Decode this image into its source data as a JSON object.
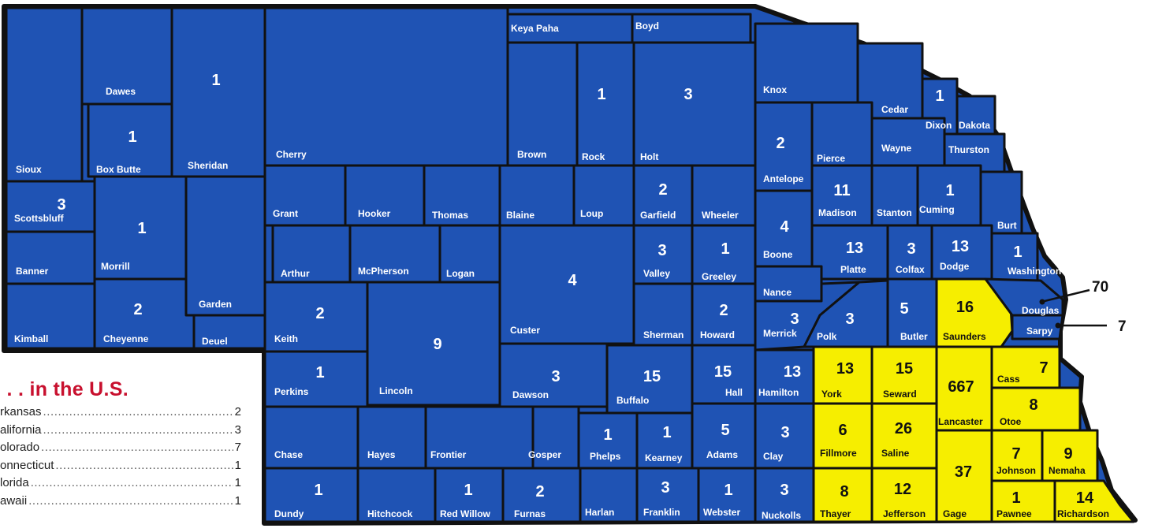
{
  "counties": {
    "sioux": {
      "name": "Sioux"
    },
    "dawes": {
      "name": "Dawes"
    },
    "sheridan": {
      "name": "Sheridan",
      "count": "1"
    },
    "box_butte": {
      "name": "Box Butte",
      "count": "1"
    },
    "cherry": {
      "name": "Cherry"
    },
    "keya_paha": {
      "name": "Keya Paha"
    },
    "boyd": {
      "name": "Boyd"
    },
    "brown": {
      "name": "Brown"
    },
    "rock": {
      "name": "Rock",
      "count": "1"
    },
    "holt": {
      "name": "Holt",
      "count": "3"
    },
    "knox": {
      "name": "Knox"
    },
    "cedar": {
      "name": "Cedar"
    },
    "dixon": {
      "name": "Dixon",
      "count": "1"
    },
    "dakota": {
      "name": "Dakota"
    },
    "antelope": {
      "name": "Antelope",
      "count": "2"
    },
    "pierce": {
      "name": "Pierce"
    },
    "wayne": {
      "name": "Wayne"
    },
    "thurston": {
      "name": "Thurston"
    },
    "scottsbluff": {
      "name": "Scottsbluff",
      "count": "3"
    },
    "morrill": {
      "name": "Morrill",
      "count": "1"
    },
    "banner": {
      "name": "Banner"
    },
    "kimball": {
      "name": "Kimball"
    },
    "cheyenne": {
      "name": "Cheyenne",
      "count": "2"
    },
    "garden": {
      "name": "Garden"
    },
    "deuel": {
      "name": "Deuel"
    },
    "grant": {
      "name": "Grant"
    },
    "hooker": {
      "name": "Hooker"
    },
    "thomas": {
      "name": "Thomas"
    },
    "blaine": {
      "name": "Blaine"
    },
    "loup": {
      "name": "Loup"
    },
    "garfield": {
      "name": "Garfield",
      "count": "2"
    },
    "wheeler": {
      "name": "Wheeler"
    },
    "madison": {
      "name": "Madison",
      "count": "11"
    },
    "stanton": {
      "name": "Stanton"
    },
    "cuming": {
      "name": "Cuming",
      "count": "1"
    },
    "burt": {
      "name": "Burt"
    },
    "arthur": {
      "name": "Arthur"
    },
    "mcpherson": {
      "name": "McPherson"
    },
    "logan": {
      "name": "Logan"
    },
    "custer": {
      "name": "Custer",
      "count": "4"
    },
    "valley": {
      "name": "Valley",
      "count": "3"
    },
    "greeley": {
      "name": "Greeley",
      "count": "1"
    },
    "boone": {
      "name": "Boone",
      "count": "4"
    },
    "platte": {
      "name": "Platte",
      "count": "13"
    },
    "colfax": {
      "name": "Colfax",
      "count": "3"
    },
    "dodge": {
      "name": "Dodge",
      "count": "13"
    },
    "washington": {
      "name": "Washington",
      "count": "1"
    },
    "nance": {
      "name": "Nance"
    },
    "keith": {
      "name": "Keith",
      "count": "2"
    },
    "lincoln": {
      "name": "Lincoln",
      "count": "9"
    },
    "sherman": {
      "name": "Sherman"
    },
    "howard": {
      "name": "Howard",
      "count": "2"
    },
    "merrick": {
      "name": "Merrick",
      "count": "3"
    },
    "polk": {
      "name": "Polk",
      "count": "3"
    },
    "butler": {
      "name": "Butler",
      "count": "5"
    },
    "saunders": {
      "name": "Saunders",
      "count": "16"
    },
    "douglas": {
      "name": "Douglas",
      "count": "70"
    },
    "sarpy": {
      "name": "Sarpy",
      "count": "7"
    },
    "perkins": {
      "name": "Perkins",
      "count": "1"
    },
    "dawson": {
      "name": "Dawson",
      "count": "3"
    },
    "buffalo": {
      "name": "Buffalo",
      "count": "15"
    },
    "hall": {
      "name": "Hall",
      "count": "15"
    },
    "hamilton": {
      "name": "Hamilton",
      "count": "13"
    },
    "york": {
      "name": "York",
      "count": "13"
    },
    "seward": {
      "name": "Seward",
      "count": "15"
    },
    "lancaster": {
      "name": "Lancaster",
      "count": "667"
    },
    "cass": {
      "name": "Cass",
      "count": "7"
    },
    "otoe": {
      "name": "Otoe",
      "count": "8"
    },
    "chase": {
      "name": "Chase"
    },
    "hayes": {
      "name": "Hayes"
    },
    "frontier": {
      "name": "Frontier"
    },
    "gosper": {
      "name": "Gosper"
    },
    "phelps": {
      "name": "Phelps",
      "count": "1"
    },
    "kearney": {
      "name": "Kearney",
      "count": "1"
    },
    "adams": {
      "name": "Adams",
      "count": "5"
    },
    "clay": {
      "name": "Clay",
      "count": "3"
    },
    "fillmore": {
      "name": "Fillmore",
      "count": "6"
    },
    "saline": {
      "name": "Saline",
      "count": "26"
    },
    "gage": {
      "name": "Gage",
      "count": "37"
    },
    "johnson": {
      "name": "Johnson",
      "count": "7"
    },
    "nemaha": {
      "name": "Nemaha",
      "count": "9"
    },
    "dundy": {
      "name": "Dundy",
      "count": "1"
    },
    "hitchcock": {
      "name": "Hitchcock"
    },
    "red_willow": {
      "name": "Red Willow",
      "count": "1"
    },
    "furnas": {
      "name": "Furnas",
      "count": "2"
    },
    "harlan": {
      "name": "Harlan"
    },
    "franklin": {
      "name": "Franklin",
      "count": "3"
    },
    "webster": {
      "name": "Webster",
      "count": "1"
    },
    "nuckolls": {
      "name": "Nuckolls",
      "count": "3"
    },
    "thayer": {
      "name": "Thayer",
      "count": "8"
    },
    "jefferson": {
      "name": "Jefferson",
      "count": "12"
    },
    "pawnee": {
      "name": "Pawnee",
      "count": "1"
    },
    "richardson": {
      "name": "Richardson",
      "count": "14"
    }
  },
  "us_panel": {
    "title": ". . . in the U.S.",
    "states": [
      {
        "name": "rkansas",
        "count": "2"
      },
      {
        "name": "alifornia",
        "count": "3"
      },
      {
        "name": "olorado",
        "count": "7"
      },
      {
        "name": "onnecticut",
        "count": "1"
      },
      {
        "name": "lorida",
        "count": "1"
      },
      {
        "name": "awaii",
        "count": "1"
      }
    ]
  },
  "colors": {
    "county_blue": "#1f53b4",
    "highlight_yellow": "#f6ee00",
    "title_red": "#c8102e"
  }
}
